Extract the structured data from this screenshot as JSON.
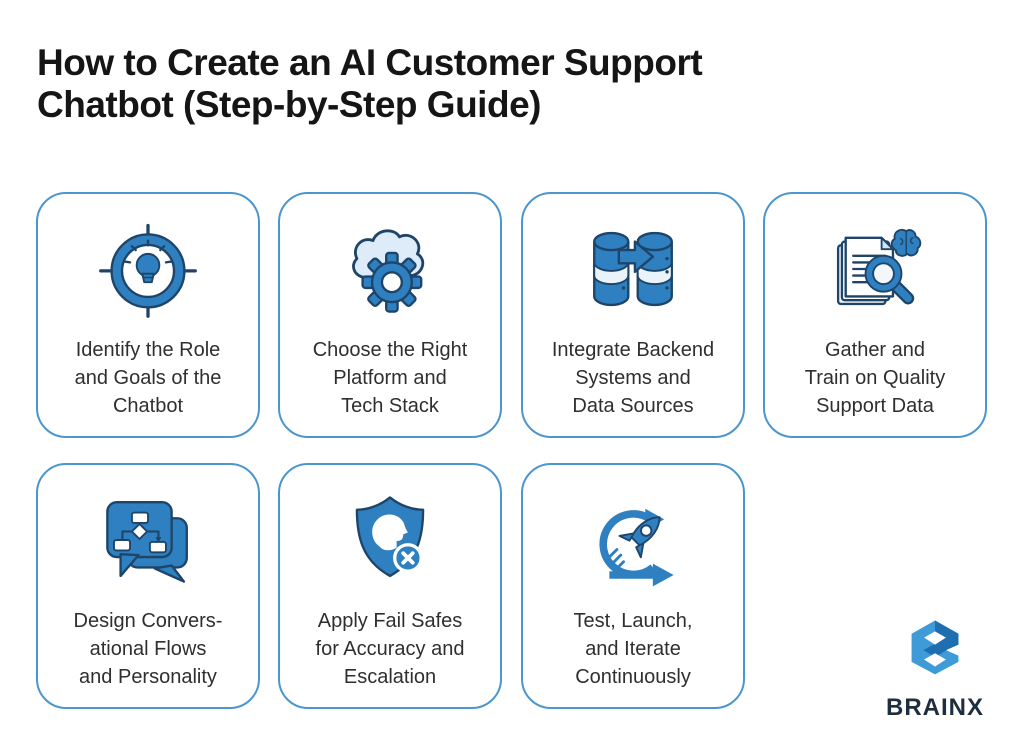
{
  "title": "How to Create an AI Customer Support\nChatbot (Step-by-Step Guide)",
  "colors": {
    "card_border": "#4a96ce",
    "icon_blue": "#2e80c0",
    "icon_navy": "#1e4569",
    "icon_light_blue": "#d8e9f6",
    "title_text": "#151515",
    "card_text": "#2f2f2f",
    "brand_text": "#1e2e3e",
    "logo_light": "#3f9bd8",
    "logo_dark": "#1f6eb0"
  },
  "cards": [
    {
      "icon": "target-lightbulb-icon",
      "label": "Identify the Role\nand Goals of the\nChatbot"
    },
    {
      "icon": "cloud-gear-icon",
      "label": "Choose the Right\nPlatform and\nTech Stack"
    },
    {
      "icon": "database-sync-icon",
      "label": "Integrate Backend\nSystems and\nData Sources"
    },
    {
      "icon": "documents-magnifier-brain-icon",
      "label": "Gather and\nTrain on Quality\nSupport Data"
    },
    {
      "icon": "chat-flowchart-icon",
      "label": "Design Convers-\national Flows\nand Personality"
    },
    {
      "icon": "shield-failsafe-icon",
      "label": "Apply Fail Safes\nfor Accuracy and\nEscalation"
    },
    {
      "icon": "rocket-iterate-icon",
      "label": "Test, Launch,\nand Iterate\nContinuously"
    }
  ],
  "brand": {
    "name": "BRAINX"
  }
}
